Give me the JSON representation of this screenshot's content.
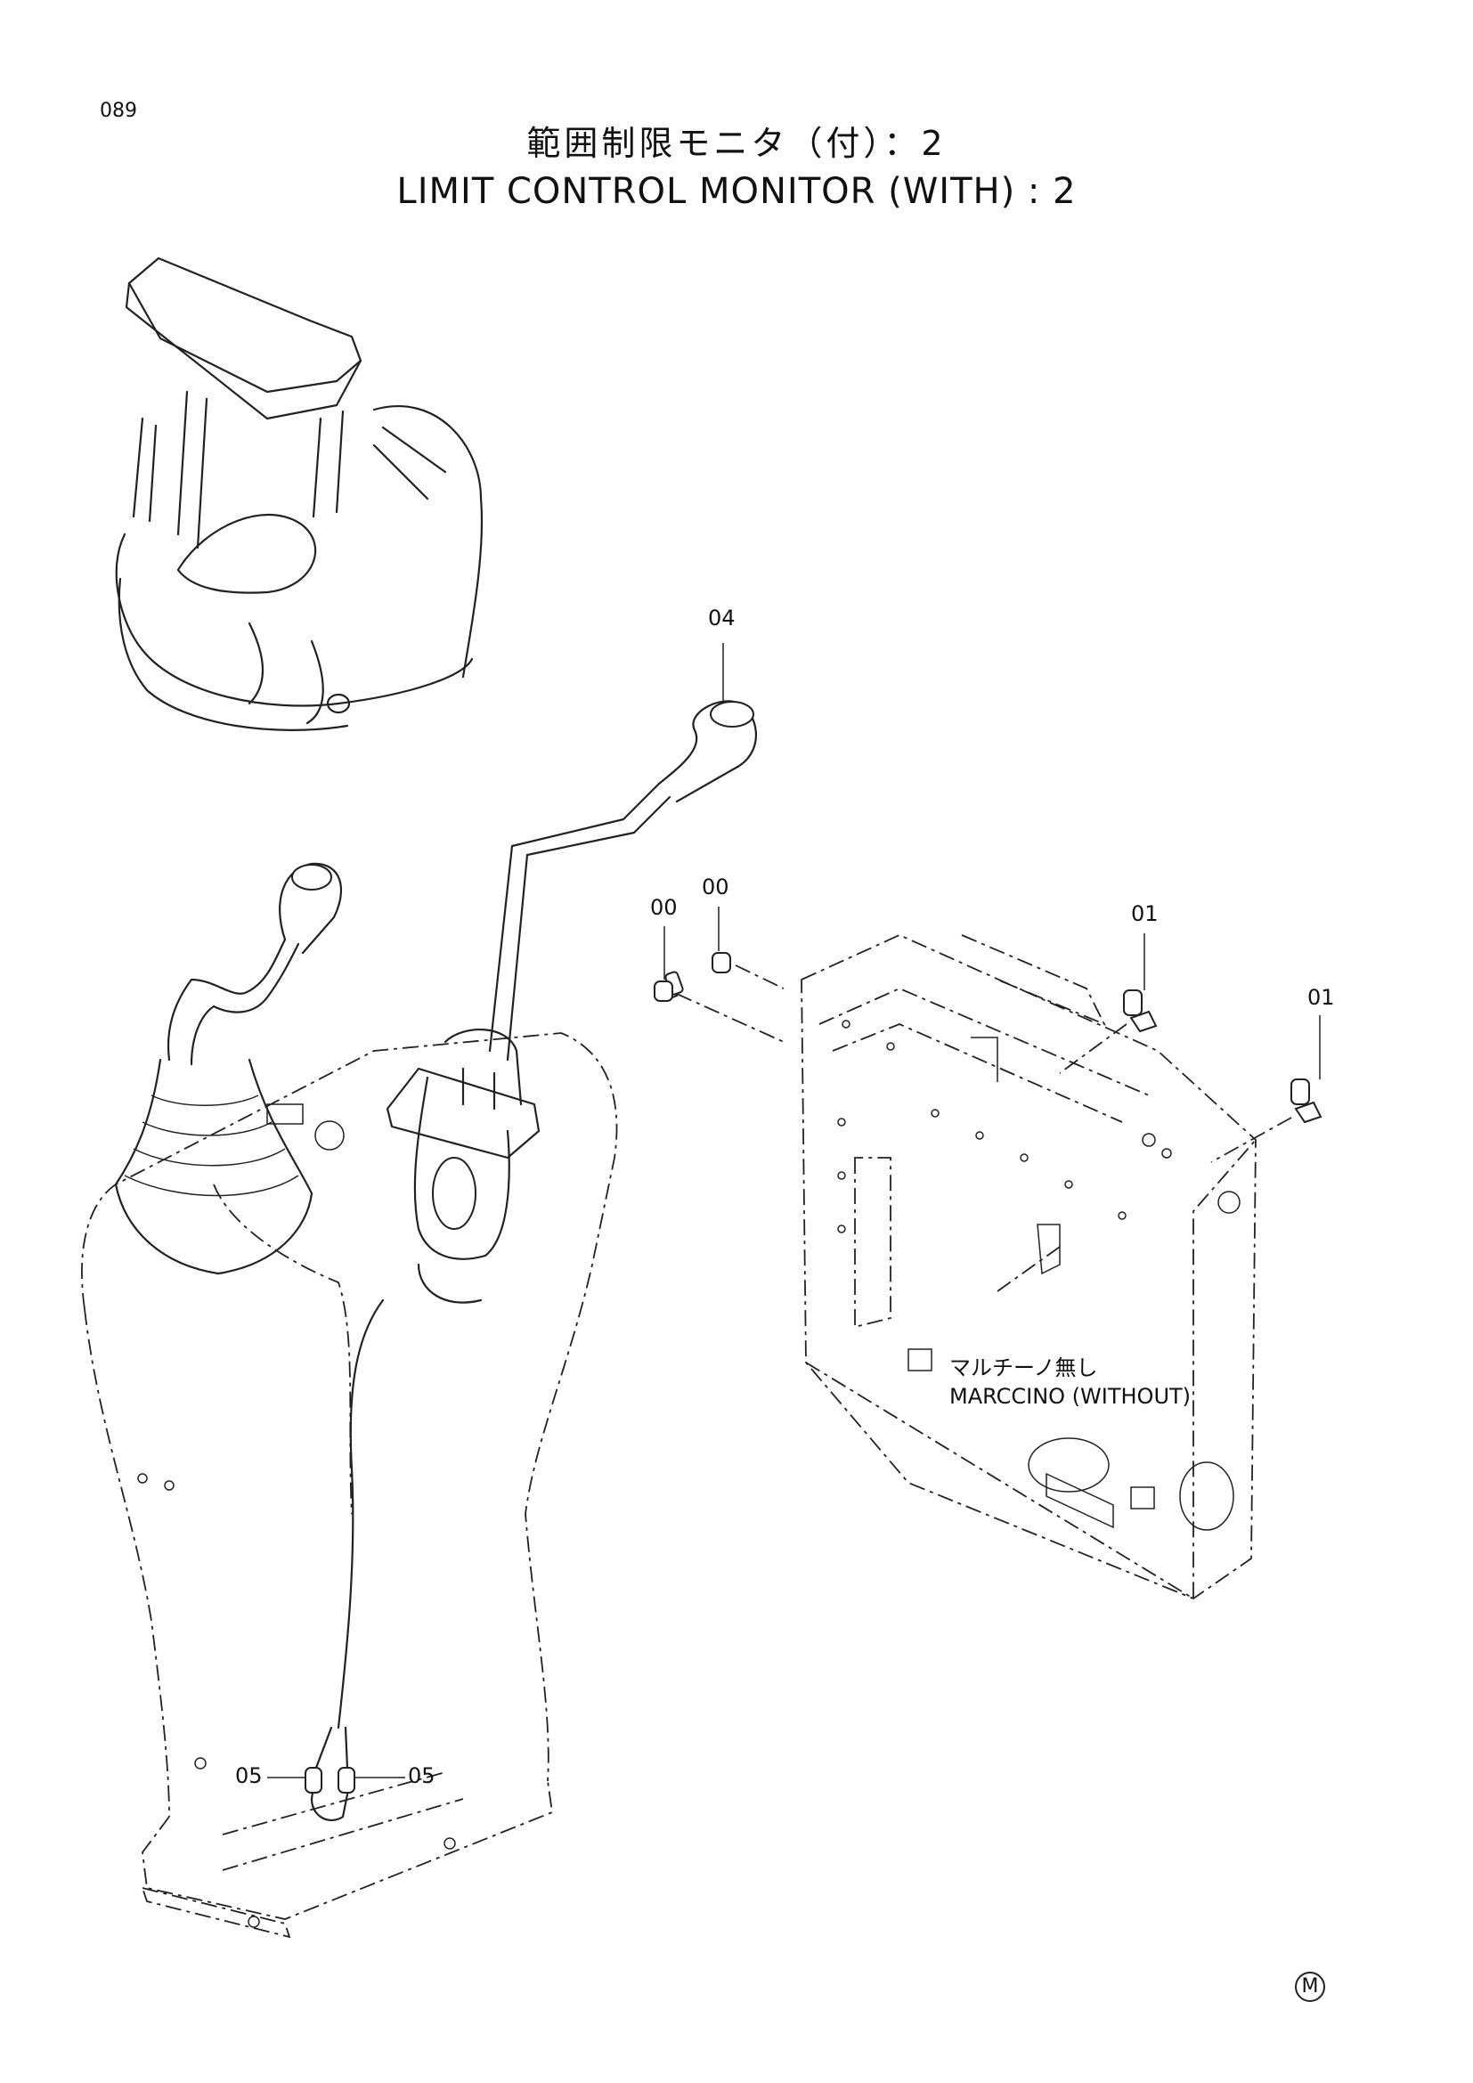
{
  "page_number": "089",
  "title_jp": "範囲制限モニタ（付）：2",
  "title_en": "LIMIT  CONTROL  MONITOR (WITH) : 2",
  "callouts": {
    "lever": "04",
    "screw_a": "00",
    "screw_b": "00",
    "bolt_a": "01",
    "bolt_b": "01",
    "terminal_left": "05",
    "terminal_right": "05"
  },
  "note": {
    "jp": "マルチーノ無し",
    "en": "MARCCINO (WITHOUT)"
  },
  "mark": "M"
}
